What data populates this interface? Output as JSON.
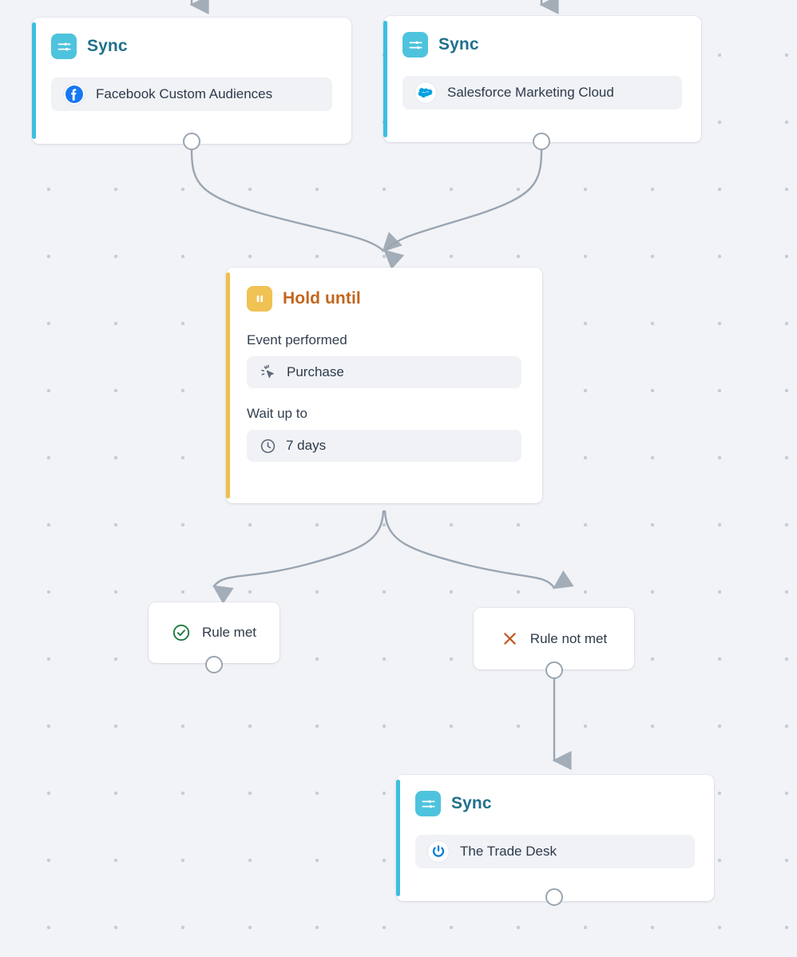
{
  "canvas": {
    "background_color": "#f1f3f7",
    "dot_color": "#c5cdd8",
    "edge_color": "#9aa5b1"
  },
  "nodes": [
    {
      "id": "sync-facebook",
      "type": "Sync",
      "title": "Sync",
      "icon": "sliders-icon",
      "accent_color": "#3dbfe0",
      "title_color": "#21708d",
      "destination": {
        "label": "Facebook Custom Audiences",
        "icon": "facebook-icon",
        "icon_color": "#1877f2"
      }
    },
    {
      "id": "sync-salesforce",
      "type": "Sync",
      "title": "Sync",
      "icon": "sliders-icon",
      "accent_color": "#3dbfe0",
      "title_color": "#21708d",
      "destination": {
        "label": "Salesforce Marketing Cloud",
        "icon": "salesforce-icon",
        "icon_color": "#00a1e0"
      }
    },
    {
      "id": "hold-until",
      "type": "Hold until",
      "title": "Hold until",
      "icon": "pause-icon",
      "accent_color": "#f0bf4c",
      "title_color": "#c2661d",
      "fields": [
        {
          "label": "Event performed",
          "value": "Purchase",
          "icon": "cursor-click-icon"
        },
        {
          "label": "Wait up to",
          "value": "7 days",
          "icon": "clock-icon"
        }
      ]
    },
    {
      "id": "rule-met",
      "type": "branch",
      "label": "Rule met",
      "icon": "check-circle-icon",
      "icon_color": "#1f7a3d"
    },
    {
      "id": "rule-not-met",
      "type": "branch",
      "label": "Rule not met",
      "icon": "x-icon",
      "icon_color": "#c2551d"
    },
    {
      "id": "sync-trade-desk",
      "type": "Sync",
      "title": "Sync",
      "icon": "sliders-icon",
      "accent_color": "#3dbfe0",
      "title_color": "#21708d",
      "destination": {
        "label": "The Trade Desk",
        "icon": "trade-desk-icon",
        "icon_color": "#0c7fd4"
      }
    }
  ]
}
